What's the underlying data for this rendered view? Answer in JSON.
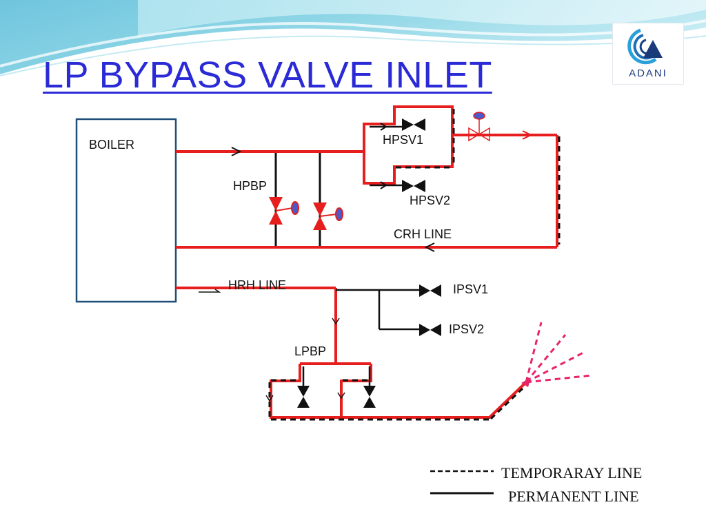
{
  "slide": {
    "title": "LP BYPASS VALVE INLET",
    "logo_text": "ADANI"
  },
  "diagram": {
    "boiler_label": "BOILER",
    "hpbp_label": "HPBP",
    "hpsv1_label": "HPSV1",
    "hpsv2_label": "HPSV2",
    "crh_line_label": "CRH LINE",
    "hrh_line_label": "HRH LINE",
    "ipsv1_label": "IPSV1",
    "ipsv2_label": "IPSV2",
    "lpbp_label": "LPBP"
  },
  "legend": {
    "temporary_label": "TEMPORARAY LINE",
    "permanent_label": "PERMANENT LINE"
  },
  "colors": {
    "title": "#2a2ad6",
    "pipe_red": "#e61e1e",
    "temp_line": "#111111",
    "exhaust": "#e8246a",
    "boiler_border": "#1f4e79"
  }
}
